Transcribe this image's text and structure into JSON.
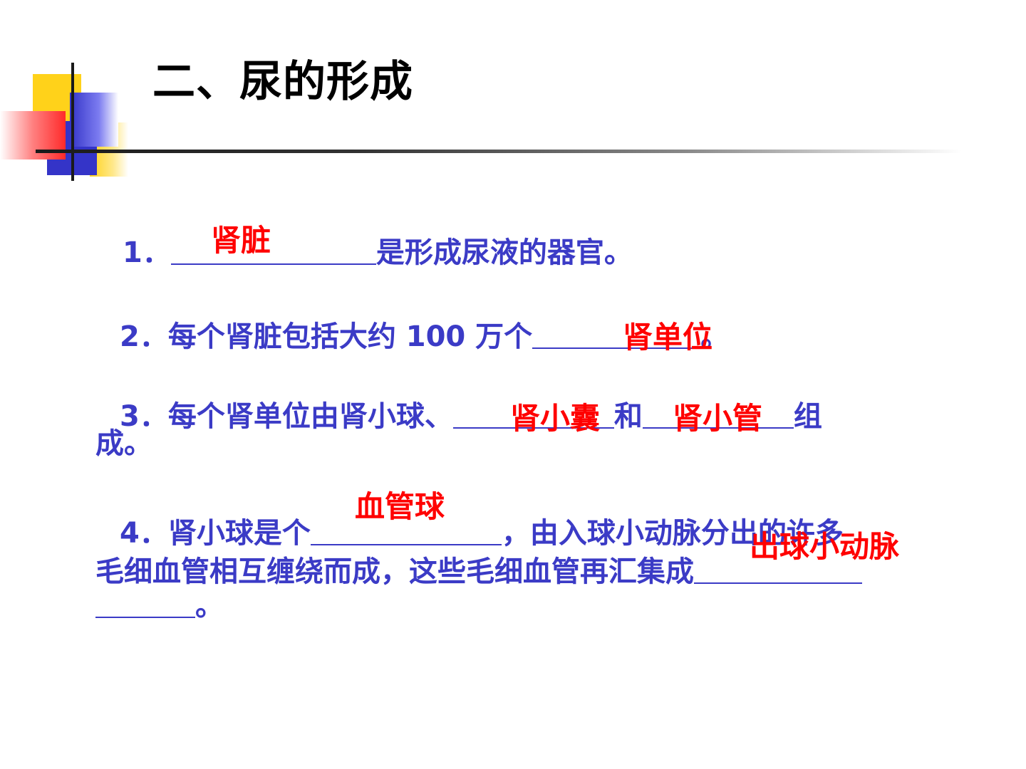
{
  "title": "二、尿的形成",
  "q1": {
    "num": "1．",
    "after": "是形成尿液的器官。",
    "answer": "肾脏"
  },
  "q2": {
    "text": "2．每个肾脏包括大约 100 万个",
    "end": "。",
    "answer": "肾单位"
  },
  "q3": {
    "text": "3．每个肾单位由肾小球、",
    "mid": "和",
    "end": "组",
    "wrap": "成。",
    "answer1": "肾小囊",
    "answer2": "肾小管"
  },
  "q4": {
    "text": "4．肾小球是个",
    "after": "，由入球小动脉分出的许多",
    "line2": "毛细血管相互缠绕而成，这些毛细血管再汇集成",
    "line3_end": "。",
    "answer1": "血管球",
    "answer2": "出球小动脉"
  }
}
